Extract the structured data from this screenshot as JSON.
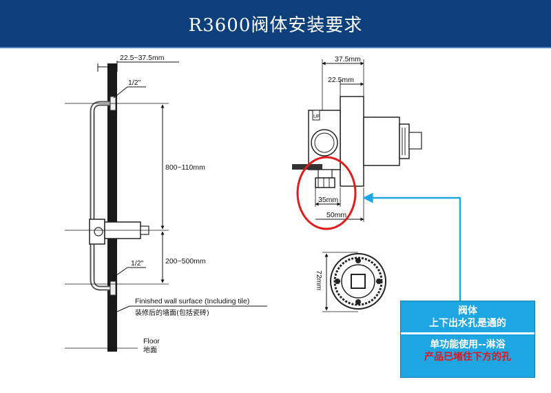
{
  "title": "R3600阀体安装要求",
  "colors": {
    "header_bg": "#0d3f7a",
    "callout_bg": "#1ea6e2",
    "callout_red_text": "#e4141c",
    "highlight_circle": "#e21b1b",
    "arrow": "#1ea6e2"
  },
  "left_drawing": {
    "dim_top": "22.5~37.5mm",
    "pipe_top": "1/2\"",
    "dim_upper": "800~110mm",
    "dim_lower": "200~500mm",
    "pipe_bottom": "1/2\"",
    "wall_label_en": "Finished wall surface (Including tile)",
    "wall_label_cn": "装修后的墙面(包括瓷砖)",
    "floor_label_en": "Floor",
    "floor_label_cn": "地面"
  },
  "right_drawing": {
    "dim_outer": "37.5mm",
    "dim_inner": "22.5mm",
    "up_mark": "UP",
    "dim_35": "35mm",
    "dim_50": "50mm",
    "dim_72": "72mm"
  },
  "callout": {
    "line1": "阀体",
    "line2": "上下出水孔是通的",
    "line3": "单功能使用--淋浴",
    "line4": "产品已堵住下方的孔"
  }
}
